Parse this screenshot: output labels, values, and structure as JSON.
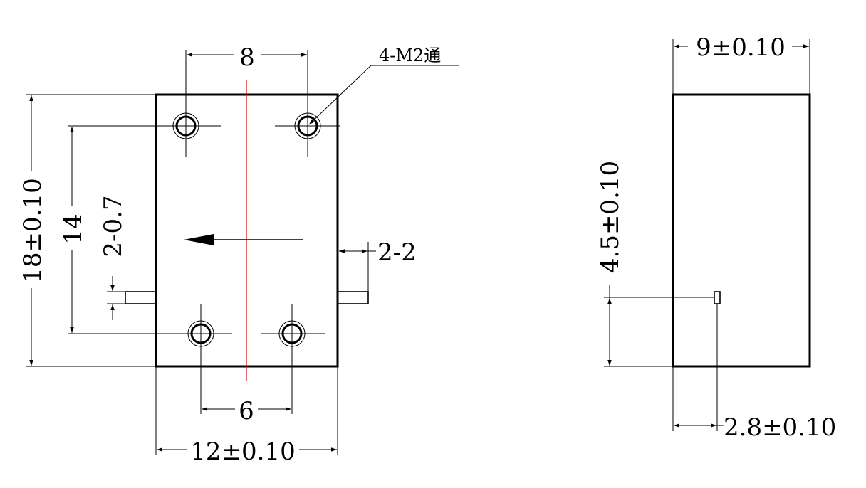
{
  "front_view": {
    "dim_hole_spacing_top": "8",
    "hole_callout": "4-M2通",
    "dim_height_total": "18±0.10",
    "dim_hole_spacing_vertical": "14",
    "dim_pin_size": "2-0.7",
    "dim_pin_length": "2-2",
    "dim_hole_spacing_bottom": "6",
    "dim_width_total": "12±0.10"
  },
  "side_view": {
    "dim_thickness": "9±0.10",
    "dim_pin_height": "4.5±0.10",
    "dim_pin_offset": "2.8±0.10"
  },
  "colors": {
    "line": "#000000",
    "centerline": "#d40000"
  }
}
